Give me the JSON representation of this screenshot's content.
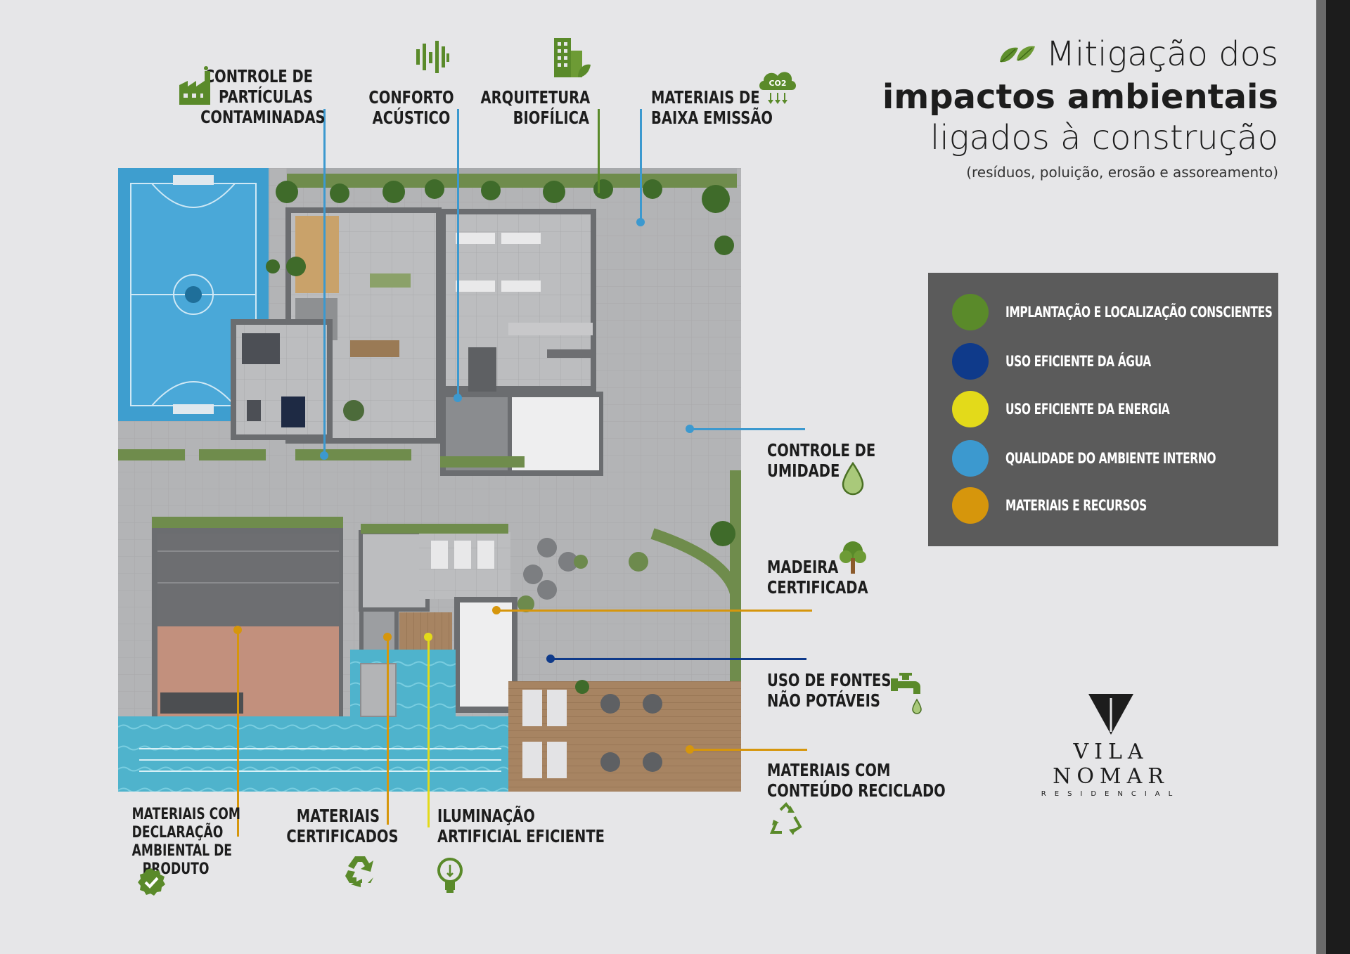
{
  "title": {
    "line1": "Mitigação dos",
    "line2": "impactos ambientais",
    "line3": "ligados à construção",
    "subtitle": "(resíduos, poluição, erosão e assoreamento)"
  },
  "legend": [
    {
      "label": "IMPLANTAÇÃO E LOCALIZAÇÃO CONSCIENTES",
      "color": "#5a8a2a"
    },
    {
      "label": "USO EFICIENTE DA ÁGUA",
      "color": "#0f3a8a"
    },
    {
      "label": "USO EFICIENTE DA ENERGIA",
      "color": "#e3da1a"
    },
    {
      "label": "QUALIDADE DO AMBIENTE INTERNO",
      "color": "#3c99cf"
    },
    {
      "label": "MATERIAIS E RECURSOS",
      "color": "#d6960c"
    }
  ],
  "labels": {
    "particulas": "CONTROLE DE\nPARTÍCULAS\nCONTAMINADAS",
    "acustico": "CONFORTO\nACÚSTICO",
    "biofilica": "ARQUITETURA\nBIOFÍLICA",
    "emissao": "MATERIAIS DE\nBAIXA EMISSÃO",
    "umidade": "CONTROLE DE\nUMIDADE",
    "madeira": "MADEIRA\nCERTIFICADA",
    "fontes": "USO DE FONTES\nNÃO POTÁVEIS",
    "reciclado": "MATERIAIS COM\nCONTEÚDO RECICLADO",
    "declaracao": "MATERIAIS COM\nDECLARAÇÃO\nAMBIENTAL DE\nPRODUTO",
    "certificados": "MATERIAIS\nCERTIFICADOS",
    "iluminacao": "ILUMINAÇÃO\nARTIFICIAL EFICIENTE"
  },
  "icons": {
    "co2": "CO2"
  },
  "logo": {
    "name": "VILA NOMAR",
    "sub": "RESIDENCIAL"
  }
}
